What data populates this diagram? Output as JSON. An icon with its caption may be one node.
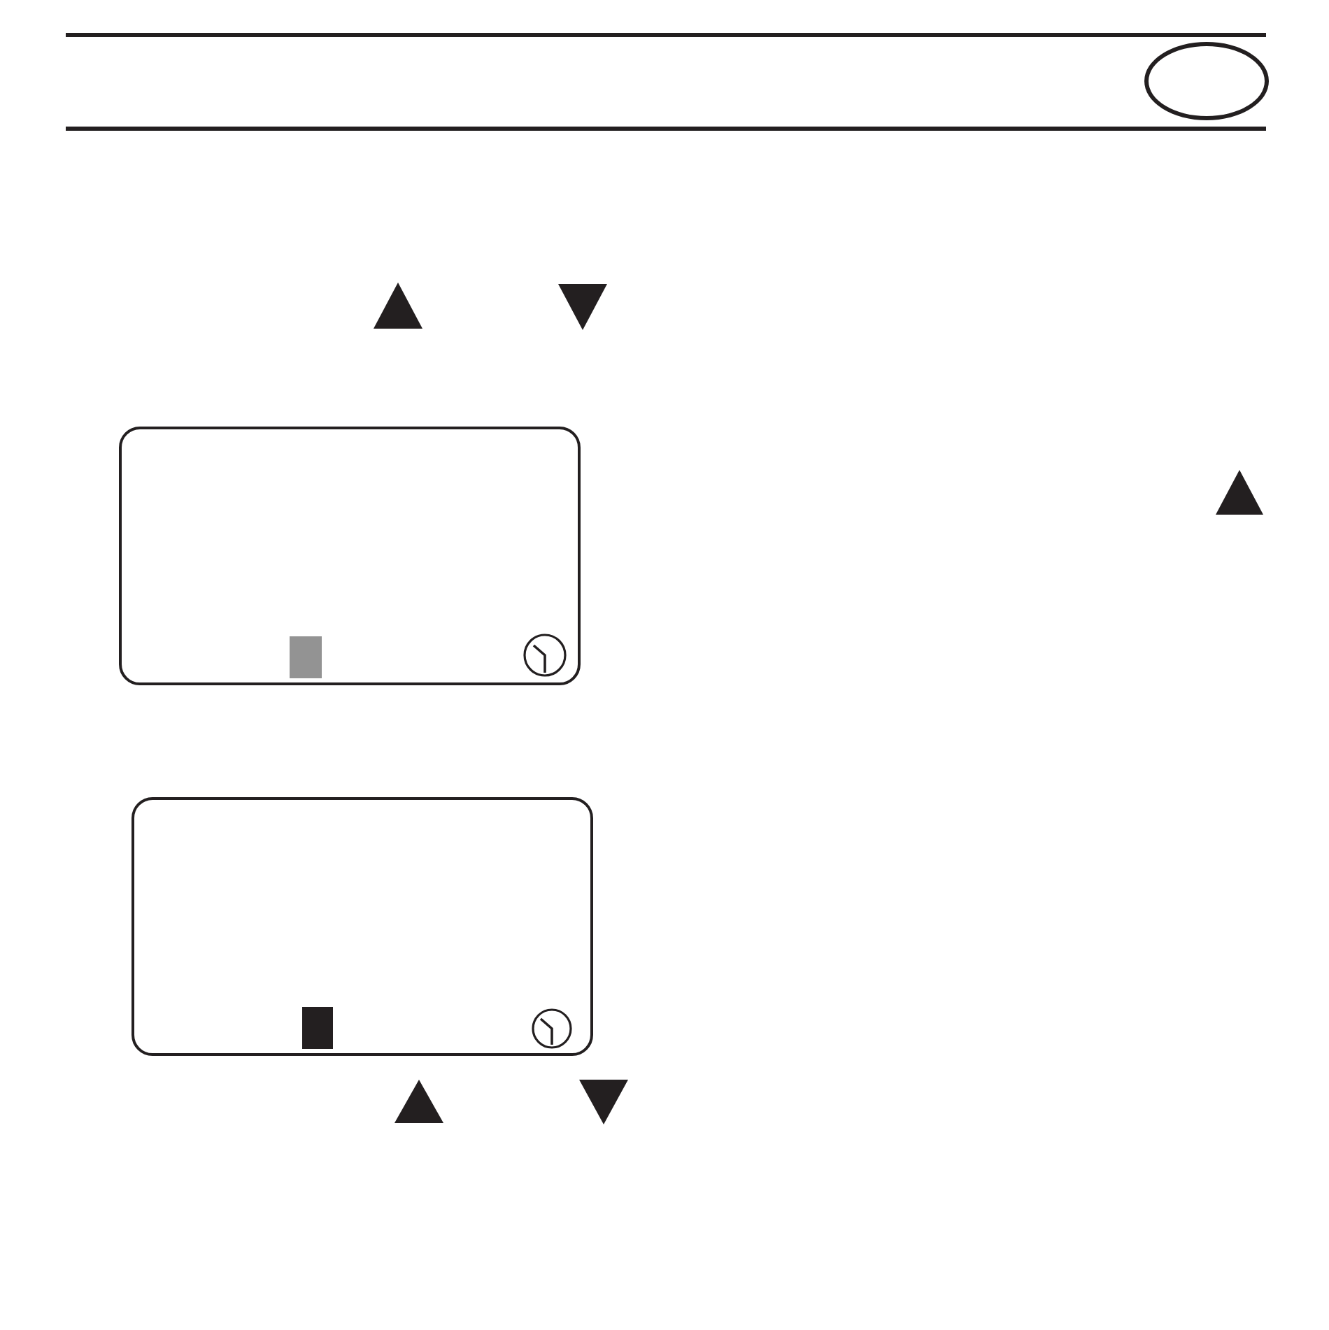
{
  "diagram": {
    "nodes": [
      {
        "text": [],
        "shape": "ellipse"
      },
      {
        "text": [],
        "shape": "box"
      },
      {
        "text": [],
        "shape": "box"
      }
    ]
  }
}
